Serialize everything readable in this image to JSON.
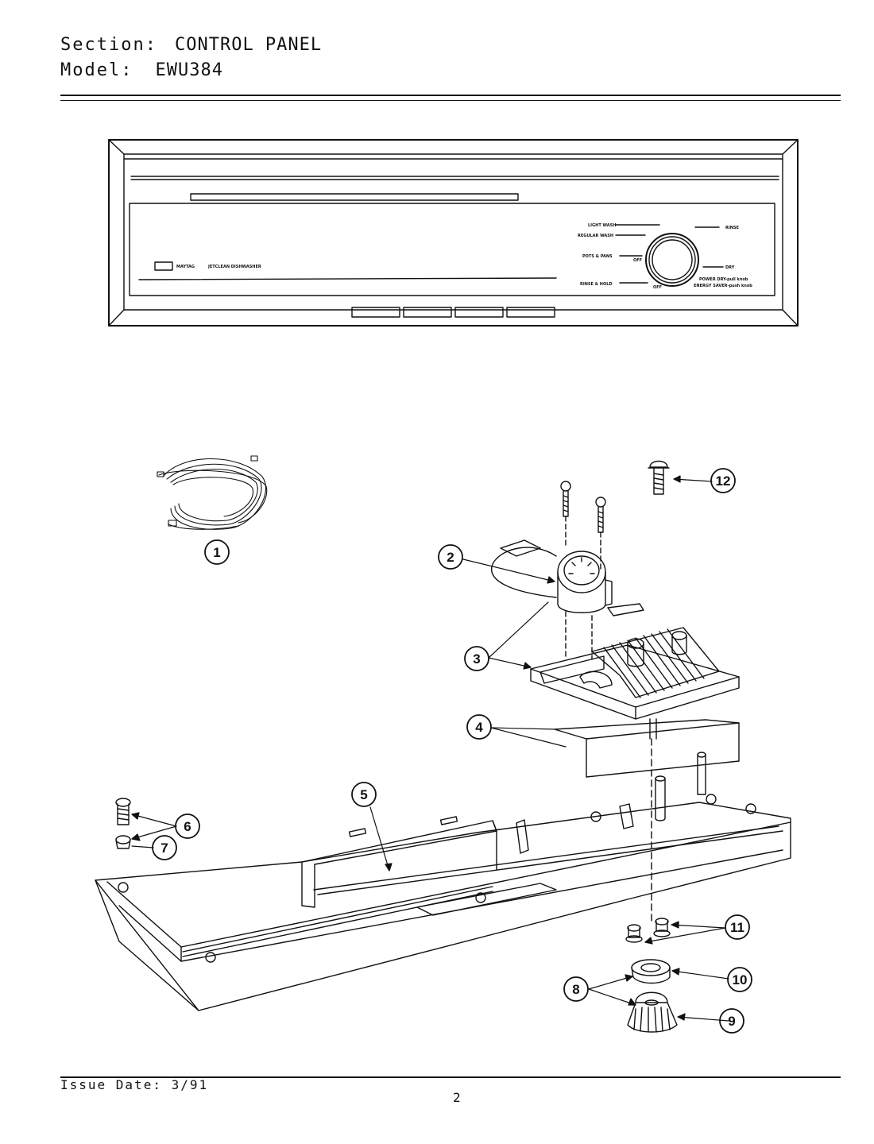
{
  "header": {
    "section_label": "Section:",
    "section_value": "CONTROL PANEL",
    "model_label": "Model:",
    "model_value": "EWU384"
  },
  "panel": {
    "brand": "MAYTAG",
    "product": "JETCLEAN DISHWASHER",
    "cycles": {
      "light_wash": "LIGHT WASH",
      "regular_wash": "REGULAR WASH",
      "pots_pans": "POTS & PANS",
      "rinse_hold": "RINSE & HOLD",
      "rinse": "RINSE",
      "dry": "DRY",
      "off_left": "OFF",
      "off_bottom": "OFF"
    },
    "power_dry": "POWER DRY-pull knob",
    "energy_saver": "ENERGY SAVER-push knob"
  },
  "callouts": [
    "1",
    "2",
    "3",
    "4",
    "5",
    "6",
    "7",
    "8",
    "9",
    "10",
    "11",
    "12"
  ],
  "footer": {
    "issue_date": "Issue Date: 3/91",
    "page_number": "2"
  }
}
